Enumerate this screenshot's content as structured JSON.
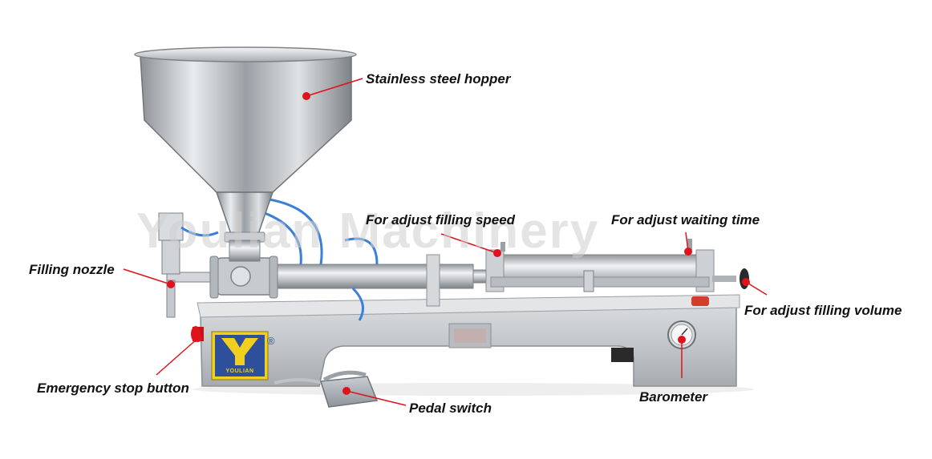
{
  "colors": {
    "callout_red": "#e0121b",
    "label_text": "#111111",
    "steel": "#bfc3c7",
    "logo_blue": "#2e4f9c",
    "logo_yellow": "#f2cf1e",
    "tube_blue": "#3a80d9"
  },
  "callouts": {
    "hopper": "Stainless steel hopper",
    "filling_speed": "For adjust filling speed",
    "waiting_time": "For adjust waiting time",
    "filling_nozzle": "Filling nozzle",
    "filling_volume": "For adjust filling volume",
    "emergency_stop": "Emergency stop button",
    "barometer": "Barometer",
    "pedal_switch": "Pedal switch"
  },
  "watermark": "Youlian Machinery",
  "logo": {
    "letters": "YOULIAN",
    "registered": "®"
  }
}
